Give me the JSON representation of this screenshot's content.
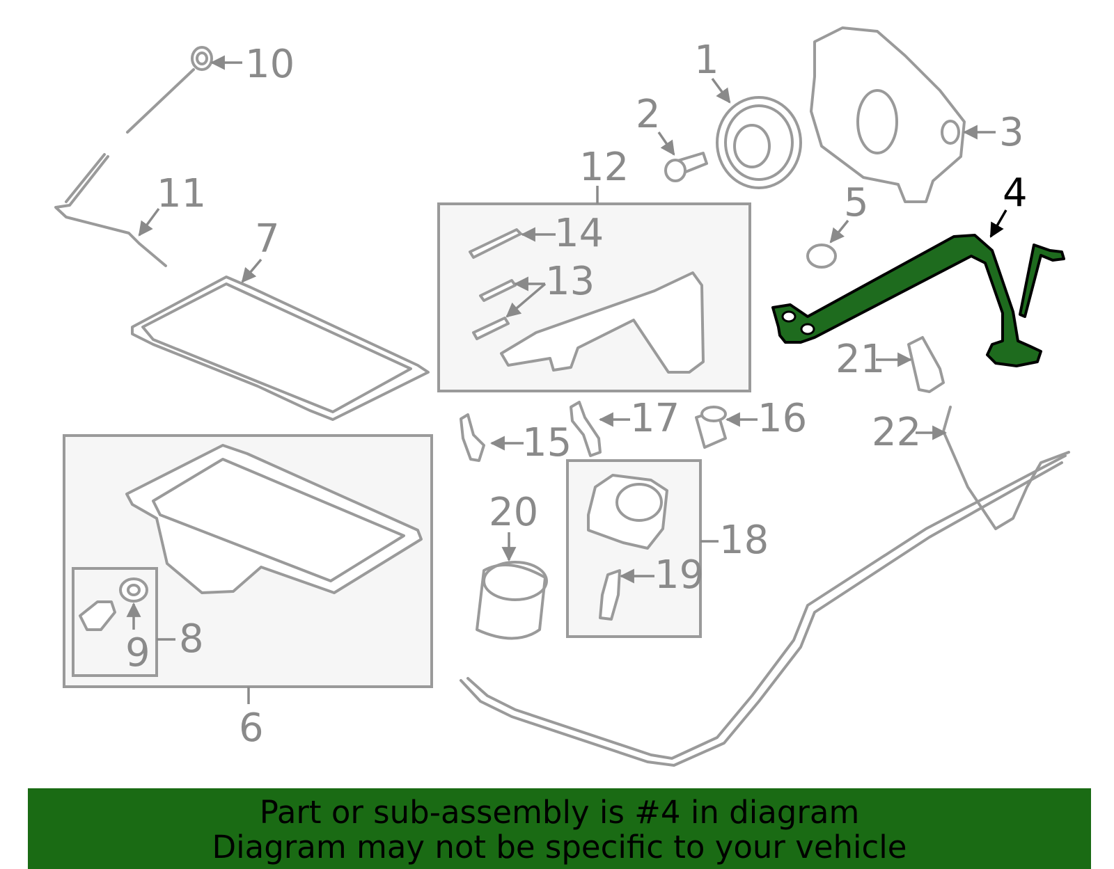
{
  "callouts": {
    "c1": "1",
    "c2": "2",
    "c3": "3",
    "c4": "4",
    "c5": "5",
    "c6": "6",
    "c7": "7",
    "c8": "8",
    "c9": "9",
    "c10": "10",
    "c11": "11",
    "c12": "12",
    "c13": "13",
    "c14": "14",
    "c15": "15",
    "c16": "16",
    "c17": "17",
    "c18": "18",
    "c19": "19",
    "c20": "20",
    "c21": "21",
    "c22": "22"
  },
  "highlight": {
    "part_number": "4",
    "color": "#1e6b1e"
  },
  "banner": {
    "line1": "Part or sub-assembly is #4 in diagram",
    "line2": "Diagram may not be specific to your vehicle",
    "background": "#1a6b14"
  }
}
